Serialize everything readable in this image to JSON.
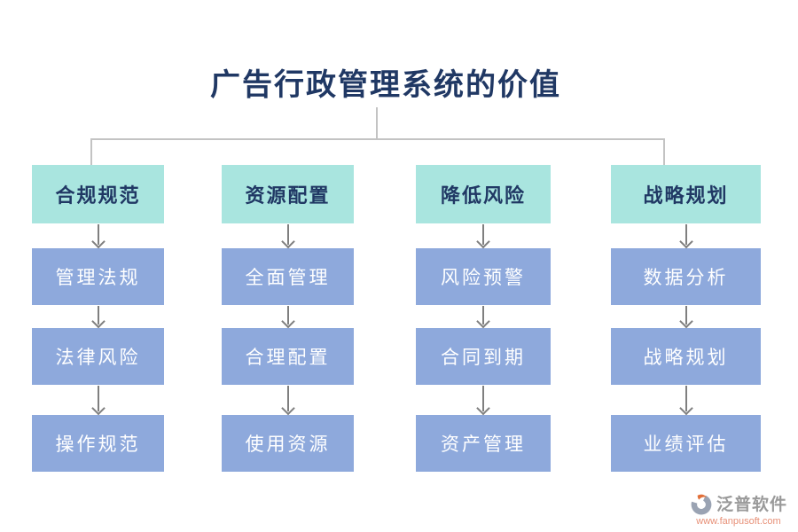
{
  "title": "广告行政管理系统的价值",
  "columns": [
    {
      "header": "合规规范",
      "items": [
        "管理法规",
        "法律风险",
        "操作规范"
      ]
    },
    {
      "header": "资源配置",
      "items": [
        "全面管理",
        "合理配置",
        "使用资源"
      ]
    },
    {
      "header": "降低风险",
      "items": [
        "风险预警",
        "合同到期",
        "资产管理"
      ]
    },
    {
      "header": "战略规划",
      "items": [
        "数据分析",
        "战略规划",
        "业绩评估"
      ]
    }
  ],
  "watermark": {
    "brand": "泛普软件",
    "url": "www.fanpusoft.com",
    "logo_icon": "fanpu-logo-icon"
  },
  "colors": {
    "header_bg": "#a9e5df",
    "box_bg": "#8ea9dc",
    "title_color": "#203864",
    "connector": "#c3c3c3",
    "arrow": "#7f7f7f",
    "box_text": "#ffffff",
    "brand_gray": "#9a9a9a",
    "url_color": "#e78f76",
    "logo_gray": "#9aa3b3",
    "logo_orange": "#e2703a"
  }
}
